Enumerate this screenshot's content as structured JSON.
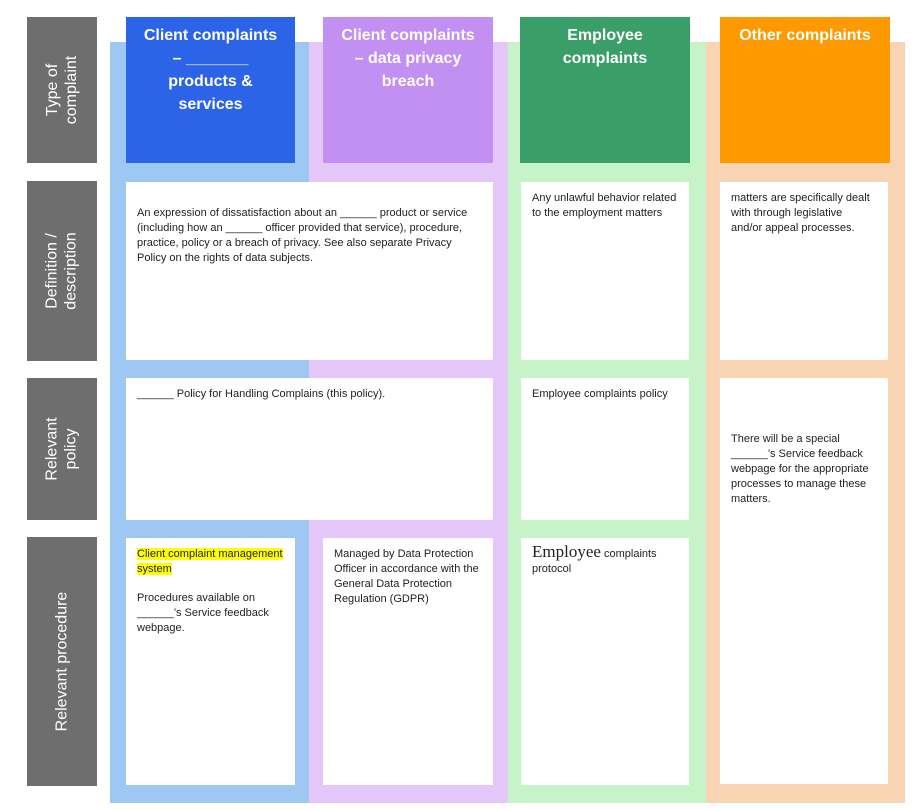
{
  "columns": [
    {
      "key": "client",
      "title": "Client complaints\n– _______\nproducts &\nservices",
      "color": "#2c64e8",
      "stripe": "#9ec7f4"
    },
    {
      "key": "privacy",
      "title": "Client complaints\n– data privacy\nbreach",
      "color": "#c28ff3",
      "stripe": "#e3c7f8"
    },
    {
      "key": "employee",
      "title": "Employee\ncomplaints",
      "color": "#3a9e68",
      "stripe": "#c7f3c8"
    },
    {
      "key": "other",
      "title": "Other complaints",
      "color": "#ff9900",
      "stripe": "#f8d4b2"
    }
  ],
  "rows": [
    {
      "key": "type",
      "label": "Type of\ncomplaint"
    },
    {
      "key": "definition",
      "label": "Definition /\ndescription"
    },
    {
      "key": "policy",
      "label": "Relevant\npolicy"
    },
    {
      "key": "procedure",
      "label": "Relevant procedure"
    }
  ],
  "cells": {
    "definition_client": "An expression of dissatisfaction about an ______ product or service (including how an ______ officer provided that service), procedure, practice, policy or a breach of privacy.  See also separate Privacy Policy on the rights of data subjects.",
    "definition_employee": "Any unlawful behavior related to the employment matters",
    "definition_other": "matters are specifically dealt with through legislative and/or appeal processes.",
    "policy_client": "______ Policy for Handling Complains (this policy).",
    "policy_employee": "Employee complaints policy",
    "policy_other": "There will be a special ______’s Service feedback webpage for the appropriate processes to manage these matters.",
    "procedure_client_highlight": "Client complaint management system",
    "procedure_client_body": "Procedures available on ______’s Service feedback webpage.",
    "procedure_privacy": "Managed by Data Protection Officer in accordance with the General Data Protection Regulation (GDPR)",
    "procedure_employee_big": "Employee",
    "procedure_employee_rest": " complaints protocol"
  }
}
